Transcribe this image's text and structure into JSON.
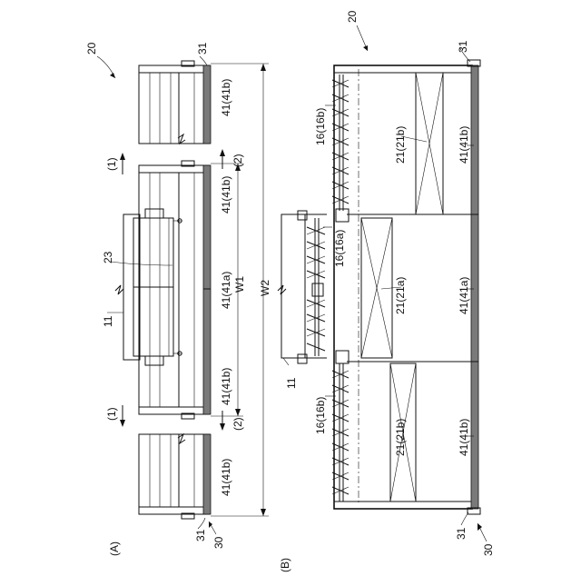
{
  "figure_labels": {
    "a": "(A)",
    "b": "(B)"
  },
  "refs": {
    "r20": "20",
    "r30": "30",
    "r31": "31",
    "r11": "11",
    "r23": "23",
    "r41b": "41(41b)",
    "r41a": "41(41a)",
    "r21b": "21(21b)",
    "r21a": "21(21a)",
    "r16b": "16(16b)",
    "r16a": "16(16a)",
    "w1": "W1",
    "w2": "W2",
    "arrow1": "(1)",
    "arrow2": "(2)"
  }
}
